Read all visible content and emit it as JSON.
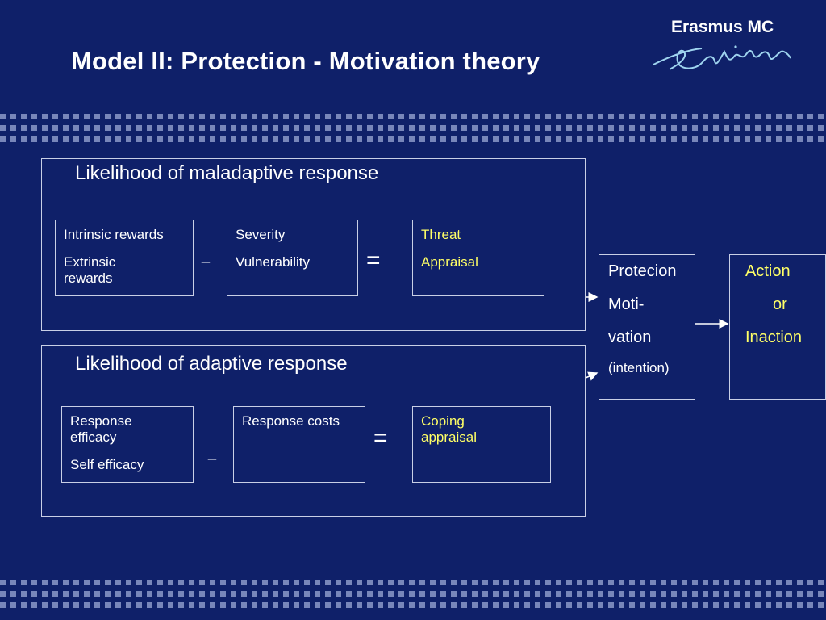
{
  "slide": {
    "title": "Model II: Protection - Motivation theory",
    "logo_text": "Erasmus MC"
  },
  "maladaptive": {
    "label": "Likelihood of maladaptive response",
    "rewards": {
      "line1": "Intrinsic rewards",
      "line2": "Extrinsic rewards"
    },
    "minus": "_",
    "severity": {
      "line1": "Severity",
      "line2": "Vulnerability"
    },
    "equals": "=",
    "threat": {
      "line1": "Threat",
      "line2": "Appraisal"
    }
  },
  "adaptive": {
    "label": "Likelihood of adaptive response",
    "efficacy": {
      "line1": "Response efficacy",
      "line2": "Self efficacy"
    },
    "minus": "_",
    "costs": {
      "line1": "Response costs"
    },
    "equals": "=",
    "coping": {
      "line1": "Coping appraisal"
    }
  },
  "motivation": {
    "line1": "Protecion",
    "line2": "Moti-",
    "line3": "vation",
    "line4": "(intention)"
  },
  "outcome": {
    "line1": "Action",
    "line2": "or",
    "line3": "Inaction"
  },
  "colors": {
    "background": "#0f2069",
    "highlight": "#ffff66",
    "text": "#ffffff",
    "border": "#c9cfe6"
  }
}
